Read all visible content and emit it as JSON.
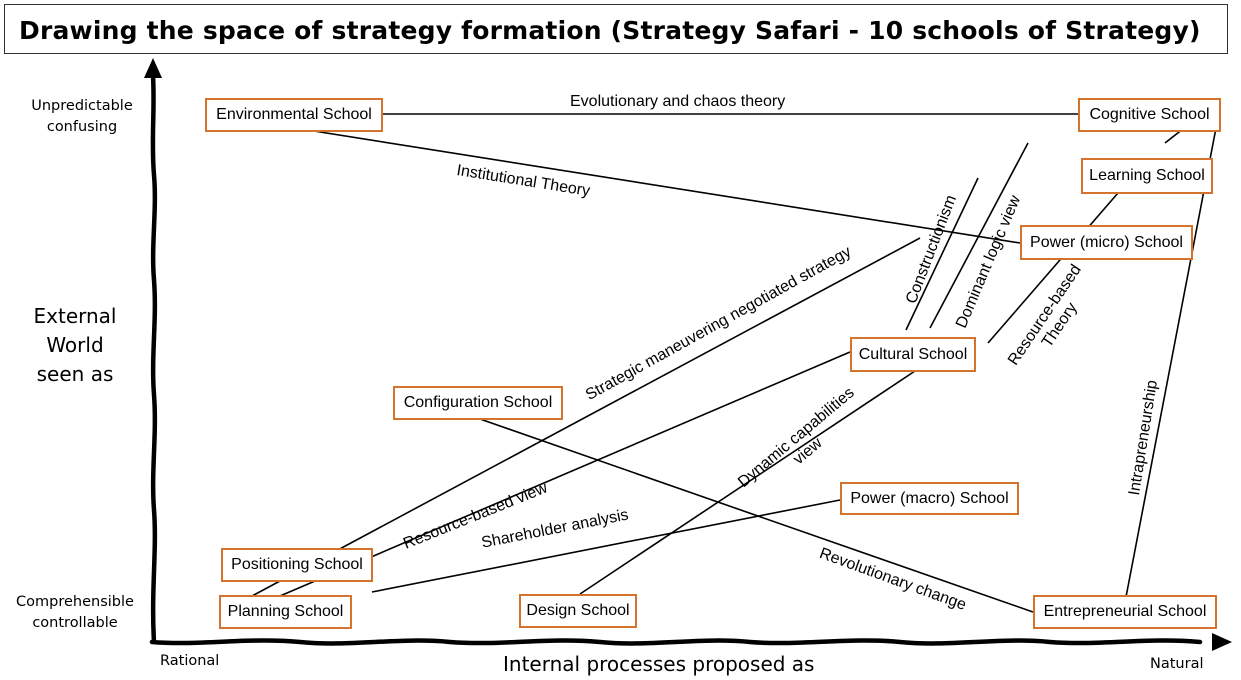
{
  "title": "Drawing the space of strategy formation (Strategy Safari - 10 schools of Strategy)",
  "axes": {
    "y_title_lines": [
      "External",
      "World",
      "seen as"
    ],
    "y_top_lines": [
      "Unpredictable",
      "confusing"
    ],
    "y_bottom_lines": [
      "Comprehensible",
      "controllable"
    ],
    "x_title": "Internal processes proposed as",
    "x_left": "Rational",
    "x_right": "Natural"
  },
  "schools": {
    "environmental": "Environmental School",
    "cognitive": "Cognitive School",
    "learning": "Learning School",
    "power_micro": "Power (micro) School",
    "cultural": "Cultural School",
    "configuration": "Configuration School",
    "power_macro": "Power (macro) School",
    "positioning": "Positioning School",
    "planning": "Planning School",
    "design": "Design School",
    "entrepreneurial": "Entrepreneurial School"
  },
  "theories": {
    "evolutionary": "Evolutionary and chaos theory",
    "institutional": "Institutional Theory",
    "strategic_maneuvering": "Strategic maneuvering negotiated strategy",
    "constructionism": "Constructionism",
    "dominant_logic": "Dominant logic view",
    "rbt_line1": "Resource-based",
    "rbt_line2": "Theory",
    "dynamic_line1": "Dynamic capabilities",
    "dynamic_line2": "view",
    "resource_based_view": "Resource-based view",
    "shareholder": "Shareholder analysis",
    "revolutionary": "Revolutionary change",
    "intrapreneurship": "Intrapreneurship"
  },
  "colors": {
    "box_border": "#d4742c",
    "line": "#000000"
  }
}
